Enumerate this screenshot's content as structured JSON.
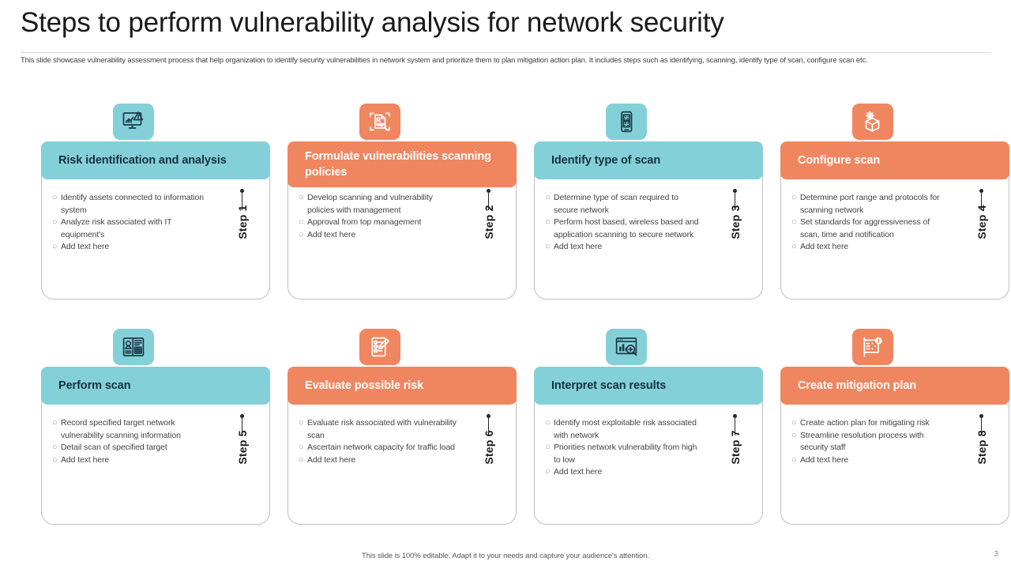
{
  "slide": {
    "title": "Steps to perform vulnerability analysis for network security",
    "subtitle": "This slide showcase vulnerability assessment process that help organization to identify security vulnerabilities in network system and prioritize them to plan mitigation action plan. It includes steps such as identifying, scanning, identify type of scan, configure scan etc.",
    "footer_note": "This slide is 100% editable. Adapt it to your needs and capture your audience's attention.",
    "page_number": "3"
  },
  "colors": {
    "teal": "#84D0D8",
    "orange": "#F08660",
    "teal_text": "#17313c",
    "orange_text": "#FFFFFF",
    "outline": "#BFBFBF",
    "body_text": "#444444"
  },
  "steps": [
    {
      "step_label": "Step 1",
      "heading": "Risk identification and analysis",
      "theme": "teal",
      "icon": "monitor-chart-warning-icon",
      "bullets": [
        "Identify assets connected to information system",
        "Analyze risk associated with IT equipment's",
        "Add text here"
      ]
    },
    {
      "step_label": "Step 2",
      "heading": "Formulate vulnerabilities scanning policies",
      "theme": "orange",
      "icon": "document-scan-search-icon",
      "bullets": [
        "Develop scanning and vulnerability policies with management",
        "Approval from top management",
        "Add text here"
      ]
    },
    {
      "step_label": "Step 3",
      "heading": "Identify type of scan",
      "theme": "teal",
      "icon": "mobile-qr-scan-icon",
      "bullets": [
        "Determine type of scan required to secure network",
        "Perform host based, wireless based and application scanning to secure network",
        "Add text here"
      ]
    },
    {
      "step_label": "Step 4",
      "heading": "Configure scan",
      "theme": "orange",
      "icon": "gear-cube-configure-icon",
      "bullets": [
        "Determine port range and protocols for scanning network",
        "Set standards for aggressiveness of scan, time and notification",
        "Add text here"
      ]
    },
    {
      "step_label": "Step 5",
      "heading": "Perform scan",
      "theme": "teal",
      "icon": "id-card-scanner-icon",
      "bullets": [
        "Record specified target network vulnerability scanning information",
        "Detail scan of specified target",
        "Add text here"
      ]
    },
    {
      "step_label": "Step 6",
      "heading": "Evaluate possible risk",
      "theme": "orange",
      "icon": "checklist-pencil-icon",
      "bullets": [
        "Evaluate risk associated with vulnerability scan",
        "Ascertain network capacity for traffic load",
        "Add text here"
      ]
    },
    {
      "step_label": "Step 7",
      "heading": "Interpret scan results",
      "theme": "teal",
      "icon": "report-chart-magnifier-icon",
      "bullets": [
        "Identify most exploitable risk associated with network",
        "Priorities network vulnerability from high to low",
        "Add text here"
      ]
    },
    {
      "step_label": "Step 8",
      "heading": "Create mitigation plan",
      "theme": "orange",
      "icon": "plan-board-gear-icon",
      "bullets": [
        "Create action plan for mitigating risk",
        "Streamline resolution process with security staff",
        "Add text here"
      ]
    }
  ]
}
